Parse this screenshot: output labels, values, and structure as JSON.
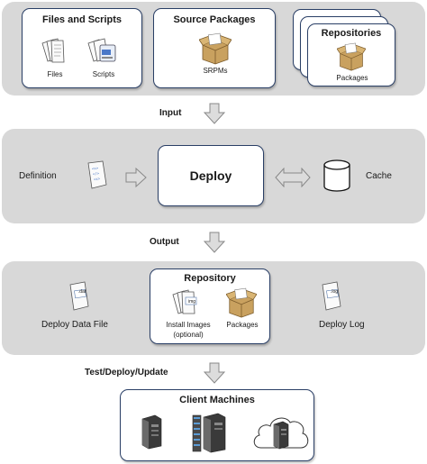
{
  "inputs": {
    "files_scripts": {
      "title": "Files and Scripts",
      "files_label": "Files",
      "scripts_label": "Scripts"
    },
    "source_packages": {
      "title": "Source Packages",
      "srpms_label": "SRPMs"
    },
    "repositories": {
      "title": "Repositories",
      "packages_label": "Packages"
    }
  },
  "flow": {
    "input_label": "Input",
    "output_label": "Output",
    "test_label": "Test/Deploy/Update"
  },
  "deploy_band": {
    "definition_label": "Definition",
    "deploy_title": "Deploy",
    "cache_label": "Cache"
  },
  "outputs": {
    "data_file_label": "Deploy Data File",
    "data_file_tag": ".dat",
    "repository": {
      "title": "Repository",
      "install_images_label": "Install Images",
      "optional_label": "(optional)",
      "packages_label": "Packages",
      "img_tag": "img"
    },
    "log_label": "Deploy Log",
    "log_tag": ".log"
  },
  "clients": {
    "title": "Client Machines"
  },
  "icons": [
    "document-icon",
    "script-icon",
    "package-box-icon",
    "disk-icon",
    "server-icon",
    "cloud-icon",
    "arrow-icon"
  ]
}
